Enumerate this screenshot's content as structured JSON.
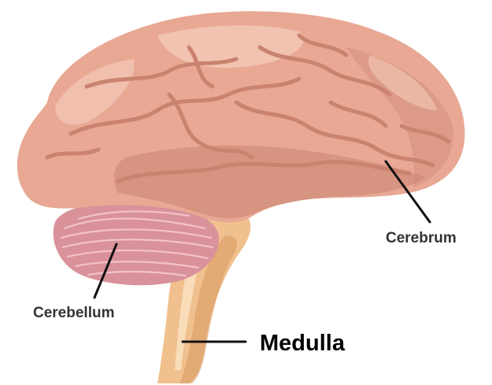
{
  "labels": {
    "cerebrum": "Cerebrum",
    "cerebellum": "Cerebellum",
    "medulla": "Medulla"
  },
  "colors": {
    "cerebrum_fill": "#e8a894",
    "cerebrum_shadow": "#c9836f",
    "cerebrum_highlight": "#f4c9b8",
    "cerebellum_fill": "#d9919a",
    "cerebellum_lines": "#f2c2c8",
    "brainstem_fill": "#f0c08e",
    "brainstem_shadow": "#d99b63",
    "leader_line": "#111111"
  }
}
